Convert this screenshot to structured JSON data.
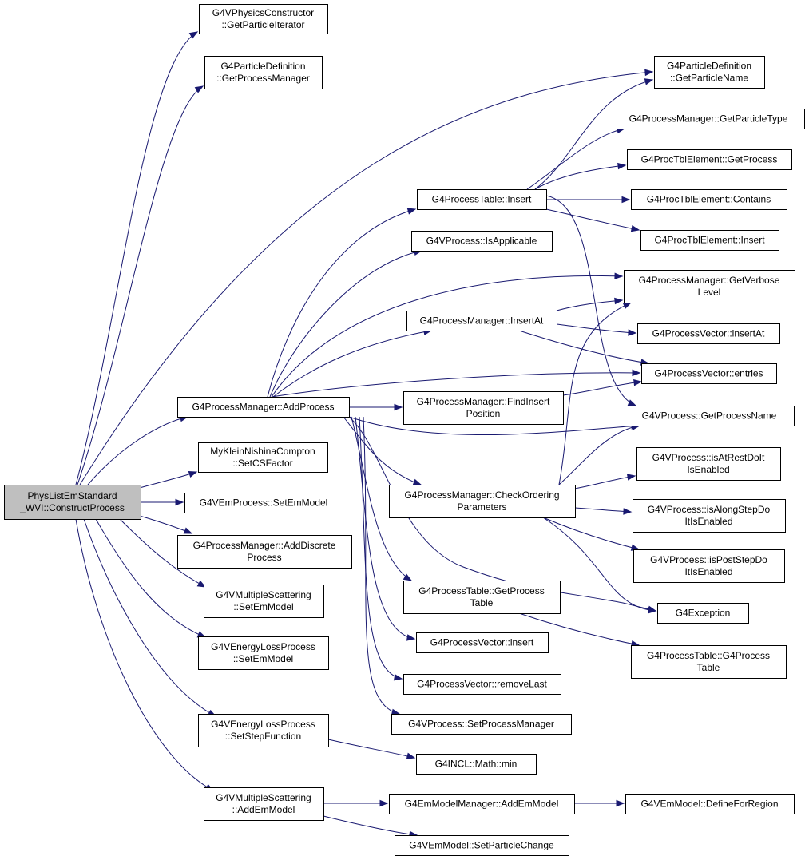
{
  "nodes": [
    {
      "id": "root",
      "lines": [
        "PhysListEmStandard",
        "_WVI::ConstructProcess"
      ],
      "highlight": true
    },
    {
      "id": "n1",
      "lines": [
        "G4VPhysicsConstructor",
        "::GetParticleIterator"
      ]
    },
    {
      "id": "n2",
      "lines": [
        "G4ParticleDefinition",
        "::GetProcessManager"
      ]
    },
    {
      "id": "n3",
      "lines": [
        "G4ProcessManager::AddProcess"
      ]
    },
    {
      "id": "n4",
      "lines": [
        "MyKleinNishinaCompton",
        "::SetCSFactor"
      ]
    },
    {
      "id": "n5",
      "lines": [
        "G4VEmProcess::SetEmModel"
      ]
    },
    {
      "id": "n6",
      "lines": [
        "G4ProcessManager::AddDiscrete",
        "Process"
      ]
    },
    {
      "id": "n7",
      "lines": [
        "G4VMultipleScattering",
        "::SetEmModel"
      ]
    },
    {
      "id": "n8",
      "lines": [
        "G4VEnergyLossProcess",
        "::SetEmModel"
      ]
    },
    {
      "id": "n9",
      "lines": [
        "G4VEnergyLossProcess",
        "::SetStepFunction"
      ]
    },
    {
      "id": "n10",
      "lines": [
        "G4VMultipleScattering",
        "::AddEmModel"
      ]
    },
    {
      "id": "m1",
      "lines": [
        "G4ProcessTable::Insert"
      ]
    },
    {
      "id": "m2",
      "lines": [
        "G4VProcess::IsApplicable"
      ]
    },
    {
      "id": "m3",
      "lines": [
        "G4ProcessManager::InsertAt"
      ]
    },
    {
      "id": "m4",
      "lines": [
        "G4ProcessManager::FindInsert",
        "Position"
      ]
    },
    {
      "id": "m5",
      "lines": [
        "G4ProcessManager::CheckOrdering",
        "Parameters"
      ]
    },
    {
      "id": "m6",
      "lines": [
        "G4ProcessTable::GetProcess",
        "Table"
      ]
    },
    {
      "id": "m7",
      "lines": [
        "G4ProcessVector::insert"
      ]
    },
    {
      "id": "m8",
      "lines": [
        "G4ProcessVector::removeLast"
      ]
    },
    {
      "id": "m9",
      "lines": [
        "G4VProcess::SetProcessManager"
      ]
    },
    {
      "id": "m10",
      "lines": [
        "G4INCL::Math::min"
      ]
    },
    {
      "id": "m11",
      "lines": [
        "G4EmModelManager::AddEmModel"
      ]
    },
    {
      "id": "m12",
      "lines": [
        "G4VEmModel::SetParticleChange"
      ]
    },
    {
      "id": "r1",
      "lines": [
        "G4ParticleDefinition",
        "::GetParticleName"
      ]
    },
    {
      "id": "r2",
      "lines": [
        "G4ProcessManager::GetParticleType"
      ]
    },
    {
      "id": "r3",
      "lines": [
        "G4ProcTblElement::GetProcess"
      ]
    },
    {
      "id": "r4",
      "lines": [
        "G4ProcTblElement::Contains"
      ]
    },
    {
      "id": "r5",
      "lines": [
        "G4ProcTblElement::Insert"
      ]
    },
    {
      "id": "r6",
      "lines": [
        "G4ProcessManager::GetVerbose",
        "Level"
      ]
    },
    {
      "id": "r7",
      "lines": [
        "G4ProcessVector::insertAt"
      ]
    },
    {
      "id": "r8",
      "lines": [
        "G4ProcessVector::entries"
      ]
    },
    {
      "id": "r9",
      "lines": [
        "G4VProcess::GetProcessName"
      ]
    },
    {
      "id": "r10",
      "lines": [
        "G4VProcess::isAtRestDoIt",
        "IsEnabled"
      ]
    },
    {
      "id": "r11",
      "lines": [
        "G4VProcess::isAlongStepDo",
        "ItIsEnabled"
      ]
    },
    {
      "id": "r12",
      "lines": [
        "G4VProcess::isPostStepDo",
        "ItIsEnabled"
      ]
    },
    {
      "id": "r13",
      "lines": [
        "G4Exception"
      ]
    },
    {
      "id": "r14",
      "lines": [
        "G4ProcessTable::G4Process",
        "Table"
      ]
    },
    {
      "id": "r15",
      "lines": [
        "G4VEmModel::DefineForRegion"
      ]
    }
  ],
  "edges": [
    [
      "root",
      "n1"
    ],
    [
      "root",
      "n2"
    ],
    [
      "root",
      "n3"
    ],
    [
      "root",
      "n4"
    ],
    [
      "root",
      "n5"
    ],
    [
      "root",
      "n6"
    ],
    [
      "root",
      "n7"
    ],
    [
      "root",
      "n8"
    ],
    [
      "root",
      "n9"
    ],
    [
      "root",
      "n10"
    ],
    [
      "root",
      "r1"
    ],
    [
      "n3",
      "m1"
    ],
    [
      "n3",
      "m2"
    ],
    [
      "n3",
      "m3"
    ],
    [
      "n3",
      "m4"
    ],
    [
      "n3",
      "m5"
    ],
    [
      "n3",
      "m6"
    ],
    [
      "n3",
      "m7"
    ],
    [
      "n3",
      "m8"
    ],
    [
      "n3",
      "m9"
    ],
    [
      "n3",
      "r6"
    ],
    [
      "n3",
      "r8"
    ],
    [
      "n3",
      "r9"
    ],
    [
      "n3",
      "r13"
    ],
    [
      "m1",
      "r1"
    ],
    [
      "m1",
      "r2"
    ],
    [
      "m1",
      "r3"
    ],
    [
      "m1",
      "r4"
    ],
    [
      "m1",
      "r5"
    ],
    [
      "m1",
      "r9"
    ],
    [
      "m3",
      "r6"
    ],
    [
      "m3",
      "r7"
    ],
    [
      "m3",
      "r8"
    ],
    [
      "m4",
      "r8"
    ],
    [
      "m5",
      "r6"
    ],
    [
      "m5",
      "r9"
    ],
    [
      "m5",
      "r10"
    ],
    [
      "m5",
      "r11"
    ],
    [
      "m5",
      "r12"
    ],
    [
      "m5",
      "r13"
    ],
    [
      "m6",
      "r14"
    ],
    [
      "n9",
      "m10"
    ],
    [
      "n10",
      "m11"
    ],
    [
      "n10",
      "m12"
    ],
    [
      "m11",
      "r15"
    ]
  ]
}
